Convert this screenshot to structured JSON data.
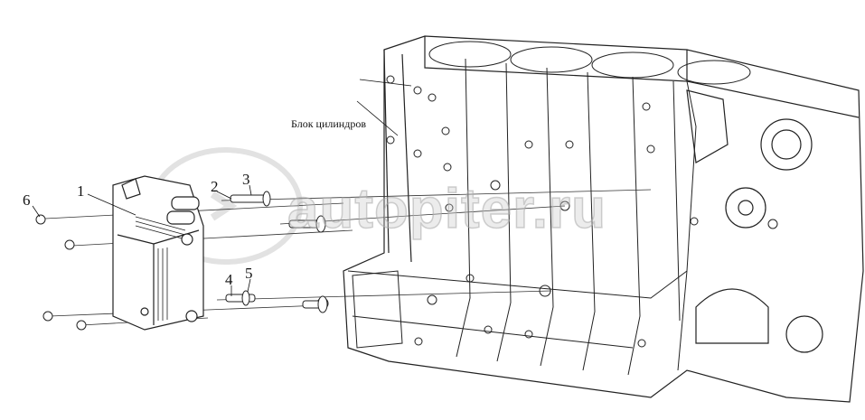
{
  "diagram": {
    "block_label": "Блок цилиндров",
    "callouts": [
      "1",
      "2",
      "3",
      "4",
      "5",
      "6"
    ],
    "watermark": "autopiter.ru"
  }
}
